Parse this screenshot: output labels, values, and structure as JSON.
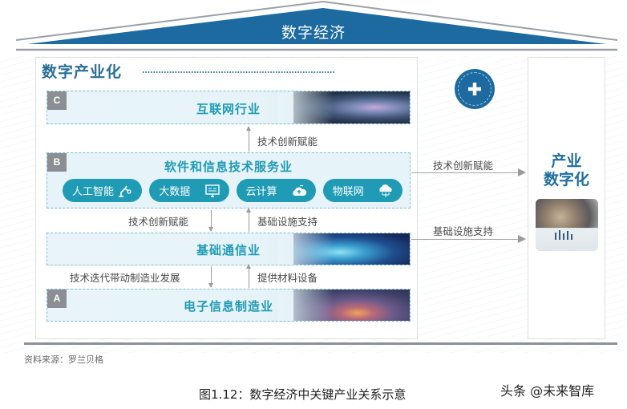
{
  "roof": {
    "title": "数字经济",
    "fill_color": "#1d6aa0",
    "outline_color": "#9aa0a6"
  },
  "digital_industrialization": {
    "title": "数字产业化",
    "layers": {
      "c": {
        "letter": "C",
        "title": "互联网行业"
      },
      "b": {
        "letter": "B",
        "title": "软件和信息技术服务业",
        "chips": [
          {
            "label": "人工智能",
            "icon": "robot-arm-icon"
          },
          {
            "label": "大数据",
            "icon": "monitor-icon"
          },
          {
            "label": "云计算",
            "icon": "cloud-upload-icon"
          },
          {
            "label": "物联网",
            "icon": "cloud-network-icon"
          }
        ]
      },
      "base": {
        "title": "基础通信业"
      },
      "a": {
        "letter": "A",
        "title": "电子信息制造业"
      }
    },
    "connectors": {
      "b_to_c": "技术创新赋能",
      "b_to_base": "技术创新赋能",
      "base_to_b": "基础设施支持",
      "base_to_a": "技术迭代带动制造业发展",
      "a_to_base": "提供材料设备"
    }
  },
  "plus_icon": "plus-icon",
  "side_arrows": {
    "top": "技术创新赋能",
    "bottom": "基础设施支持"
  },
  "industry_digitalization": {
    "line1": "产业",
    "line2": "数字化"
  },
  "colors": {
    "accent_teal": "#1f9bb5",
    "accent_blue": "#1d6aa0",
    "letter_box": "#8b8e92"
  },
  "footer": {
    "source": "资料来源：罗兰贝格",
    "caption": "图1.12：数字经济中关键产业关系示意",
    "watermark": "头条 @未来智库"
  }
}
